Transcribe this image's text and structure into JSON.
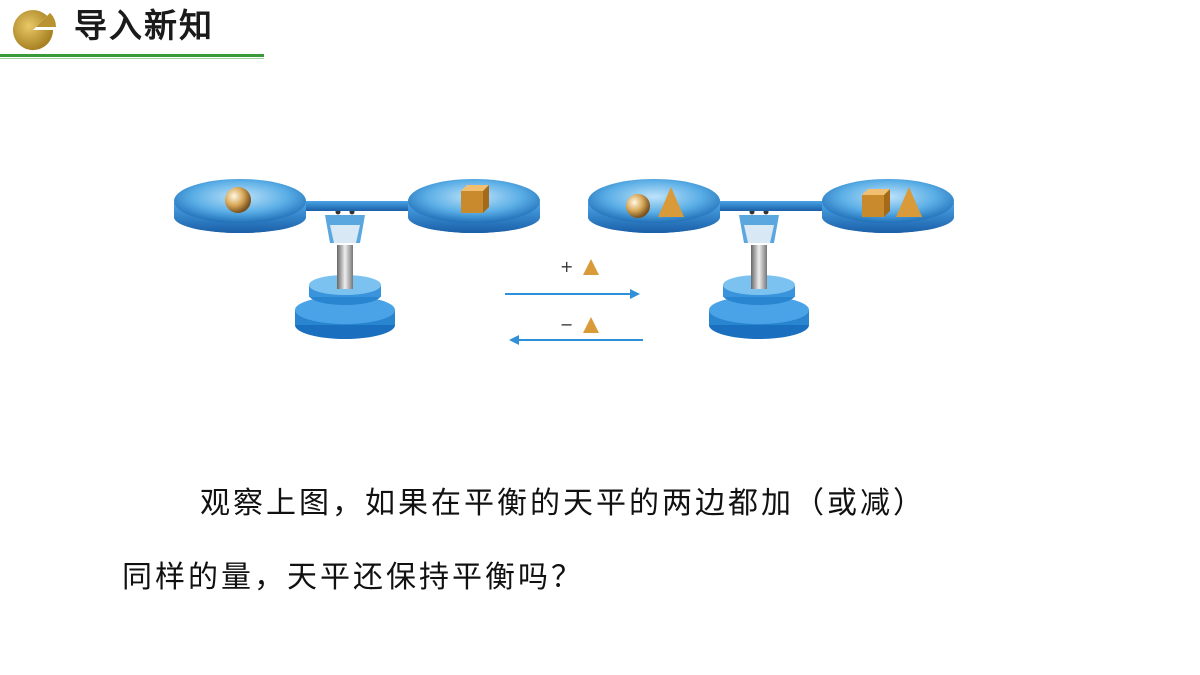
{
  "header": {
    "title": "导入新知"
  },
  "diagram": {
    "add_label": "+",
    "subtract_label": "−",
    "shapes_left_scale": [
      "sphere",
      "cube"
    ],
    "shapes_right_scale": [
      "sphere",
      "cone",
      "cube",
      "cone"
    ]
  },
  "body": {
    "line1": "观察上图，如果在平衡的天平的两边都加（或减）",
    "line2": "同样的量，天平还保持平衡吗？"
  },
  "colors": {
    "accent": "#3a9a3a",
    "scale_blue": "#2f8fd8",
    "shape_gold": "#d99a3a",
    "header_icon": "#c7a23a"
  }
}
